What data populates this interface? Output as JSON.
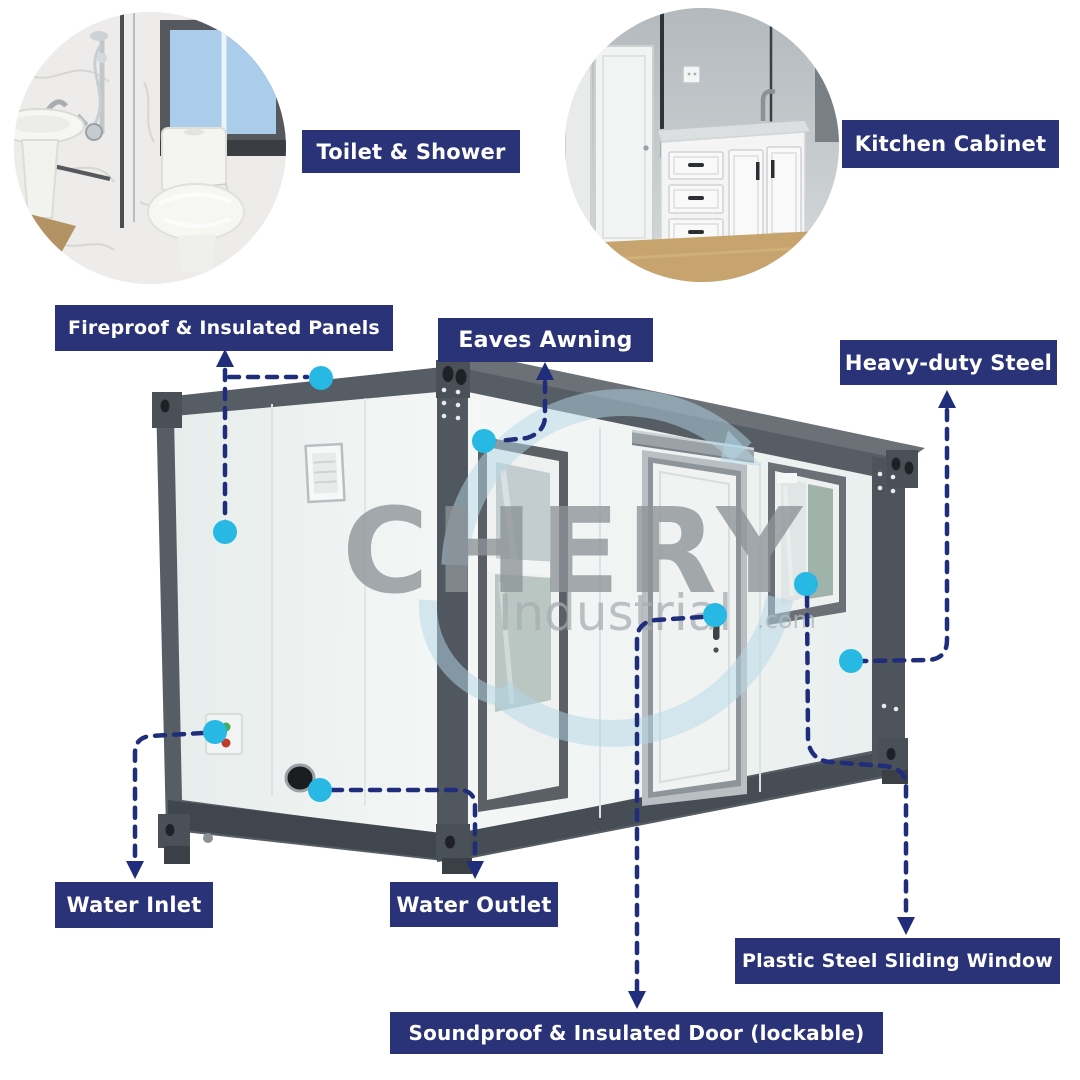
{
  "page": {
    "background": "#ffffff"
  },
  "colors": {
    "label_bg": "#2a3377",
    "label_text": "#ffffff",
    "connector": "#1f2d7b",
    "dot": "#27b8e3",
    "frame_gray": "#575d65",
    "panel_white": "#eff3f2",
    "watermark_gray": "#8d9397",
    "watermark_blue": "#b5d7e8"
  },
  "watermark": {
    "brand": "CHERY",
    "line2": "Industrial",
    "suffix": ".com"
  },
  "insets": {
    "toilet_shower": {
      "label": "Toilet & Shower"
    },
    "kitchen_cabinet": {
      "label": "Kitchen Cabinet"
    }
  },
  "callouts": {
    "fireproof": {
      "label": "Fireproof & Insulated Panels"
    },
    "eaves": {
      "label": "Eaves Awning"
    },
    "heavy": {
      "label": "Heavy-duty Steel"
    },
    "water_inlet": {
      "label": "Water Inlet"
    },
    "water_outlet": {
      "label": "Water Outlet"
    },
    "plastic_window": {
      "label": "Plastic Steel Sliding Window"
    },
    "soundproof_door": {
      "label": "Soundproof  & Insulated Door (lockable)"
    }
  }
}
